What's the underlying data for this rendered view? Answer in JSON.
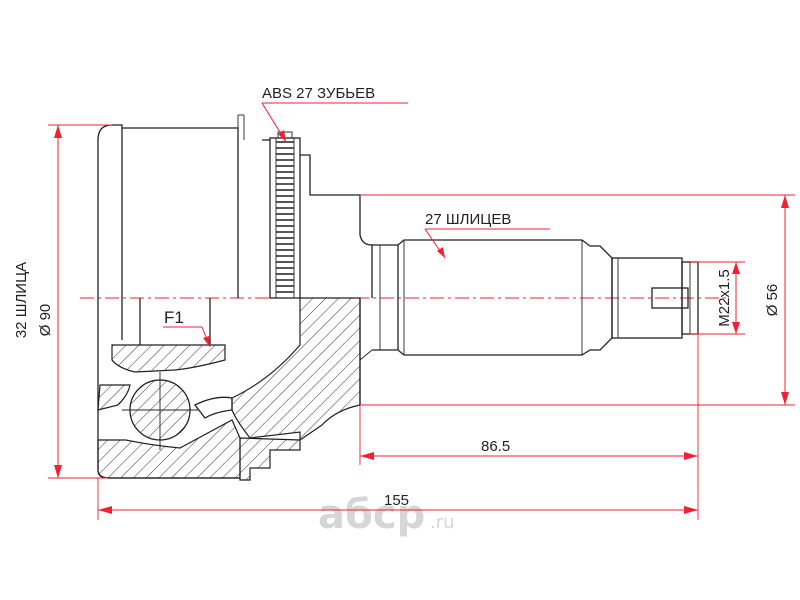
{
  "diagram": {
    "labels": {
      "abs_teeth": "ABS 27 ЗУБЬЕВ",
      "outer_splines": "27 ШЛИЦЕВ",
      "inner_splines": "32 ШЛИЦА",
      "f1": "F1"
    },
    "dimensions": {
      "outer_diameter": "Ø 90",
      "seal_diameter": "Ø 56",
      "thread": "M22x1.5",
      "shaft_length": "86.5",
      "total_length": "155"
    },
    "watermark": {
      "brand": "aбcp",
      "domain": ".ru"
    },
    "colors": {
      "dimension_lines": "#ee2233",
      "outline": "#222222",
      "watermark": "#d6d6d6"
    }
  }
}
